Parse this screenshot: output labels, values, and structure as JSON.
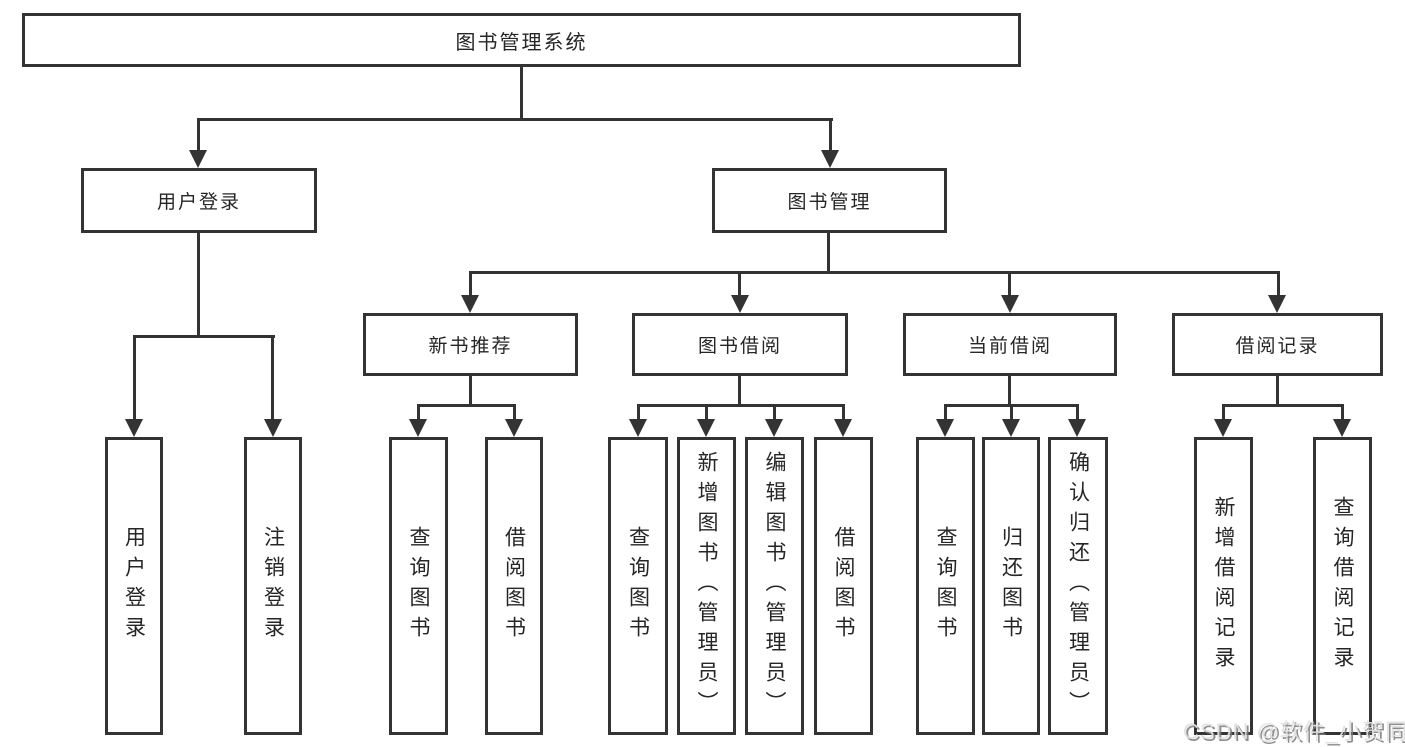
{
  "diagram": {
    "root": "图书管理系统",
    "level2": {
      "user": "用户登录",
      "mgmt": "图书管理"
    },
    "level3": {
      "recommend": "新书推荐",
      "borrow": "图书借阅",
      "current": "当前借阅",
      "records": "借阅记录"
    },
    "leaves": {
      "user": [
        "用户登录",
        "注销登录"
      ],
      "recommend": [
        "查询图书",
        "借阅图书"
      ],
      "borrow": [
        "查询图书",
        "新增图书（管理员）",
        "编辑图书（管理员）",
        "借阅图书"
      ],
      "current": [
        "查询图书",
        "归还图书",
        "确认归还（管理员）"
      ],
      "records": [
        "新增借阅记录",
        "查询借阅记录"
      ]
    }
  },
  "watermark": "CSDN @软件_小贺同学",
  "colors": {
    "line": "#333333",
    "text": "#262626",
    "background": "#ffffff",
    "watermark": "#dedede"
  }
}
